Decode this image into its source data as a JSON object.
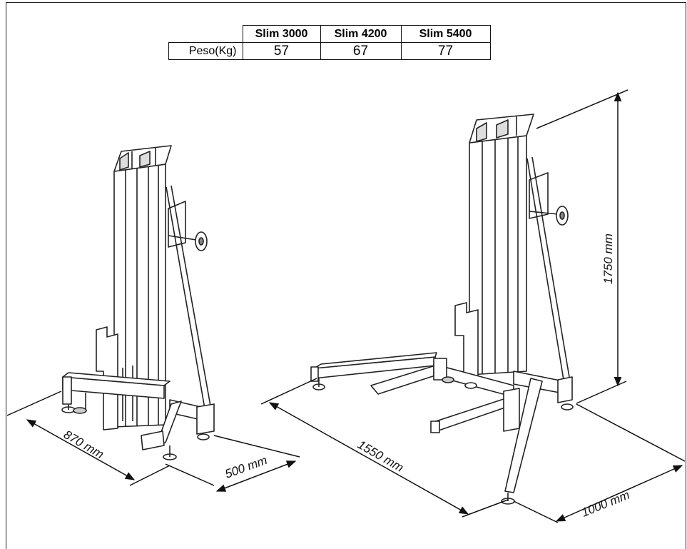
{
  "table": {
    "columns": [
      "Slim 3000",
      "Slim 4200",
      "Slim 5400"
    ],
    "row_label": "Peso(Kg)",
    "values": [
      "57",
      "67",
      "77"
    ]
  },
  "dimensions": {
    "folded_width": "870 mm",
    "folded_depth": "500 mm",
    "deployed_width": "1550 mm",
    "deployed_depth": "1000 mm",
    "height": "1750 mm"
  }
}
